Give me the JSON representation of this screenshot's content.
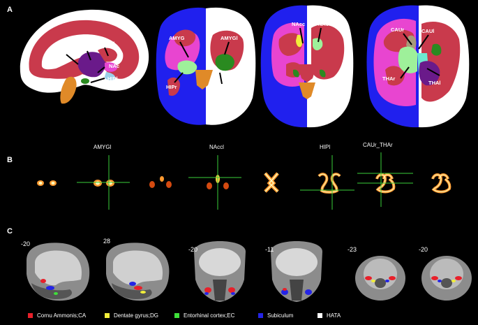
{
  "panels": {
    "a": "A",
    "b": "B",
    "c": "C"
  },
  "panel_a": {
    "sagittal_labels": [
      "AMYG",
      "THAl",
      "CAUl",
      "NAc",
      "HIPl"
    ],
    "axial1_labels": [
      "AMYG",
      "AMYGl",
      "HIPr",
      "HIPl"
    ],
    "axial2_labels": [
      "NAcc",
      "NAcc"
    ],
    "axial3_labels": [
      "CAUr",
      "CAUl",
      "THAr",
      "THAl"
    ]
  },
  "panel_b": {
    "seeds": [
      "AMYGl",
      "NAccl",
      "HIPl",
      "CAUr_THAr"
    ]
  },
  "panel_c": {
    "coords": [
      "-20",
      "28",
      "-20",
      "-11",
      "-23",
      "-20"
    ],
    "legend": [
      {
        "label": "Cornu Ammonis;CA",
        "color": "#e8202a"
      },
      {
        "label": "Dentate gyrus;DG",
        "color": "#f2ee3a"
      },
      {
        "label": "Entorhinal cortex;EC",
        "color": "#3fe03a"
      },
      {
        "label": "Subiculum",
        "color": "#2424e6"
      },
      {
        "label": "HATA",
        "color": "#ffffff"
      }
    ]
  },
  "colors": {
    "cortex_red": "#c93a4c",
    "white_matter": "#ffffff",
    "blue": "#2020ee",
    "magenta": "#e845d0",
    "purple": "#6a1a8a",
    "orange": "#e08a28",
    "green": "#2a8a20",
    "light_green": "#9ef09a"
  }
}
